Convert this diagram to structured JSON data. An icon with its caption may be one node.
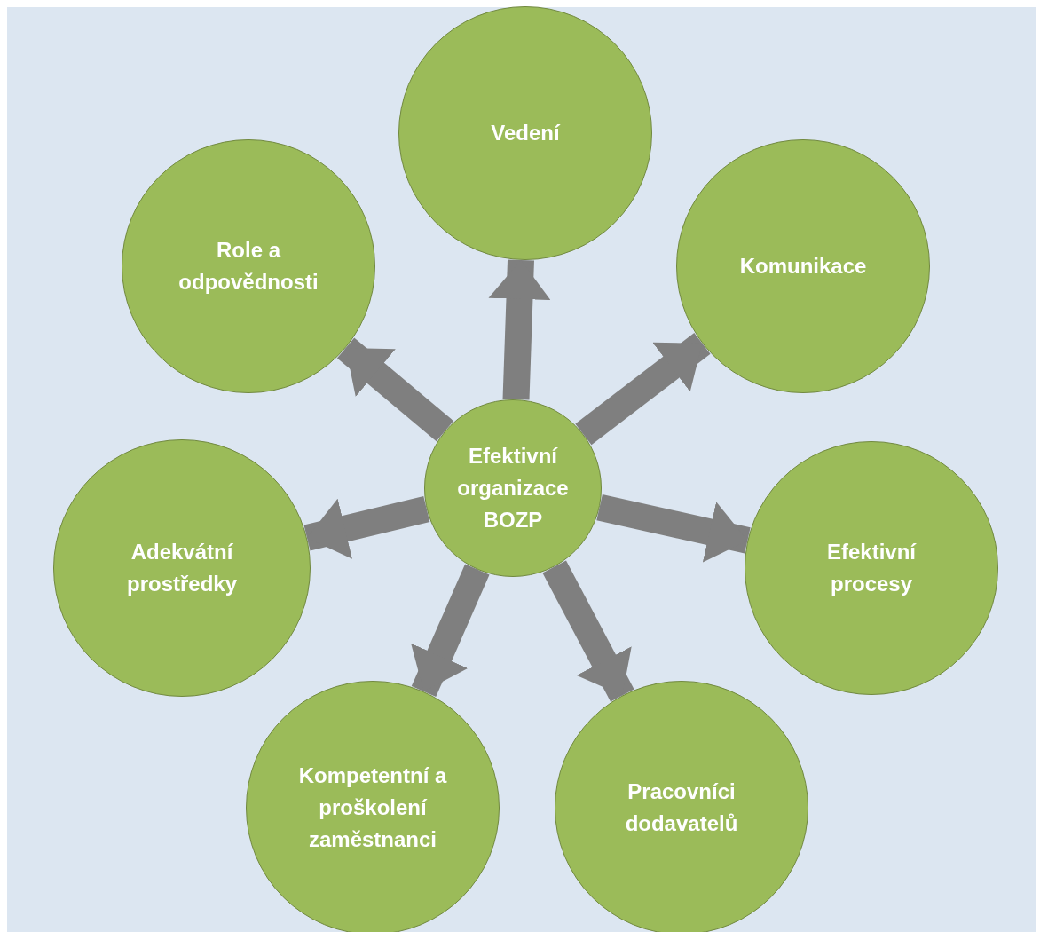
{
  "diagram": {
    "nodes": [
      {
        "text": [
          "Efektivní organizace BOZP"
        ]
      },
      {
        "text": [
          "Vedení"
        ]
      },
      {
        "text": [
          "Komunikace"
        ]
      },
      {
        "text": [
          "Efektivní procesy"
        ]
      },
      {
        "text": [
          "Pracovníci dodavatelů"
        ]
      },
      {
        "text": [
          "Kompetentní a proškolení zaměstnanci"
        ]
      },
      {
        "text": [
          "Adekvátní prostředky"
        ]
      },
      {
        "text": [
          "Role a odpovědnosti"
        ]
      }
    ],
    "edges": [
      {
        "from": 0,
        "to": 1,
        "arrow": "to"
      },
      {
        "from": 0,
        "to": 2,
        "arrow": "to"
      },
      {
        "from": 0,
        "to": 3,
        "arrow": "to"
      },
      {
        "from": 0,
        "to": 4,
        "arrow": "to"
      },
      {
        "from": 0,
        "to": 5,
        "arrow": "to"
      },
      {
        "from": 0,
        "to": 6,
        "arrow": "to"
      },
      {
        "from": 0,
        "to": 7,
        "arrow": "to"
      }
    ]
  }
}
